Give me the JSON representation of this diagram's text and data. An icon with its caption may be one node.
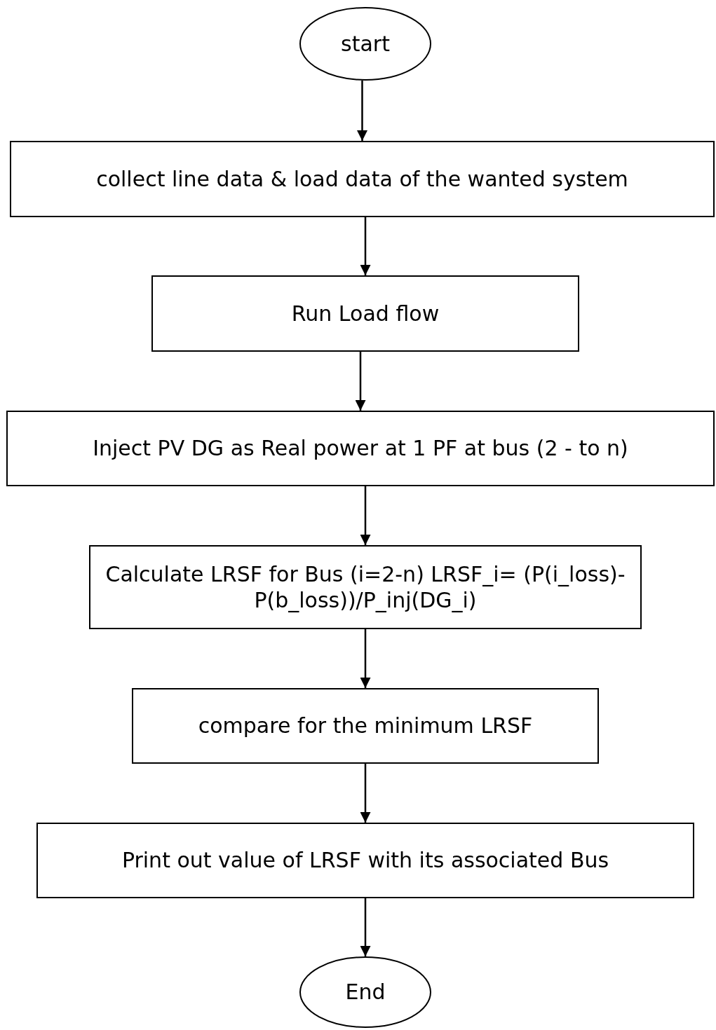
{
  "diagram": {
    "nodes": [
      {
        "text": [
          "start"
        ]
      },
      {
        "text": [
          "collect line data & load data of the wanted system"
        ]
      },
      {
        "text": [
          "Run Load flow"
        ]
      },
      {
        "text": [
          "Inject PV DG as Real power at 1 PF at  bus (2 - to n)"
        ]
      },
      {
        "text": [
          "Calculate LRSF for Bus (i=2-n) LRSF_i= (P(i_loss)-P(b_loss))/P_inj(DG_i)"
        ]
      },
      {
        "text": [
          "compare for the minimum LRSF"
        ]
      },
      {
        "text": [
          "Print out value of LRSF with its associated Bus"
        ]
      },
      {
        "text": [
          "End"
        ]
      }
    ],
    "edges": [
      {
        "from": 0,
        "to": 1,
        "arrow": "to"
      },
      {
        "from": 1,
        "to": 2,
        "arrow": "to"
      },
      {
        "from": 2,
        "to": 3,
        "arrow": "to"
      },
      {
        "from": 3,
        "to": 4,
        "arrow": "to"
      },
      {
        "from": 4,
        "to": 5,
        "arrow": "to"
      },
      {
        "from": 5,
        "to": 6,
        "arrow": "to"
      },
      {
        "from": 6,
        "to": 7,
        "arrow": "to"
      }
    ]
  }
}
